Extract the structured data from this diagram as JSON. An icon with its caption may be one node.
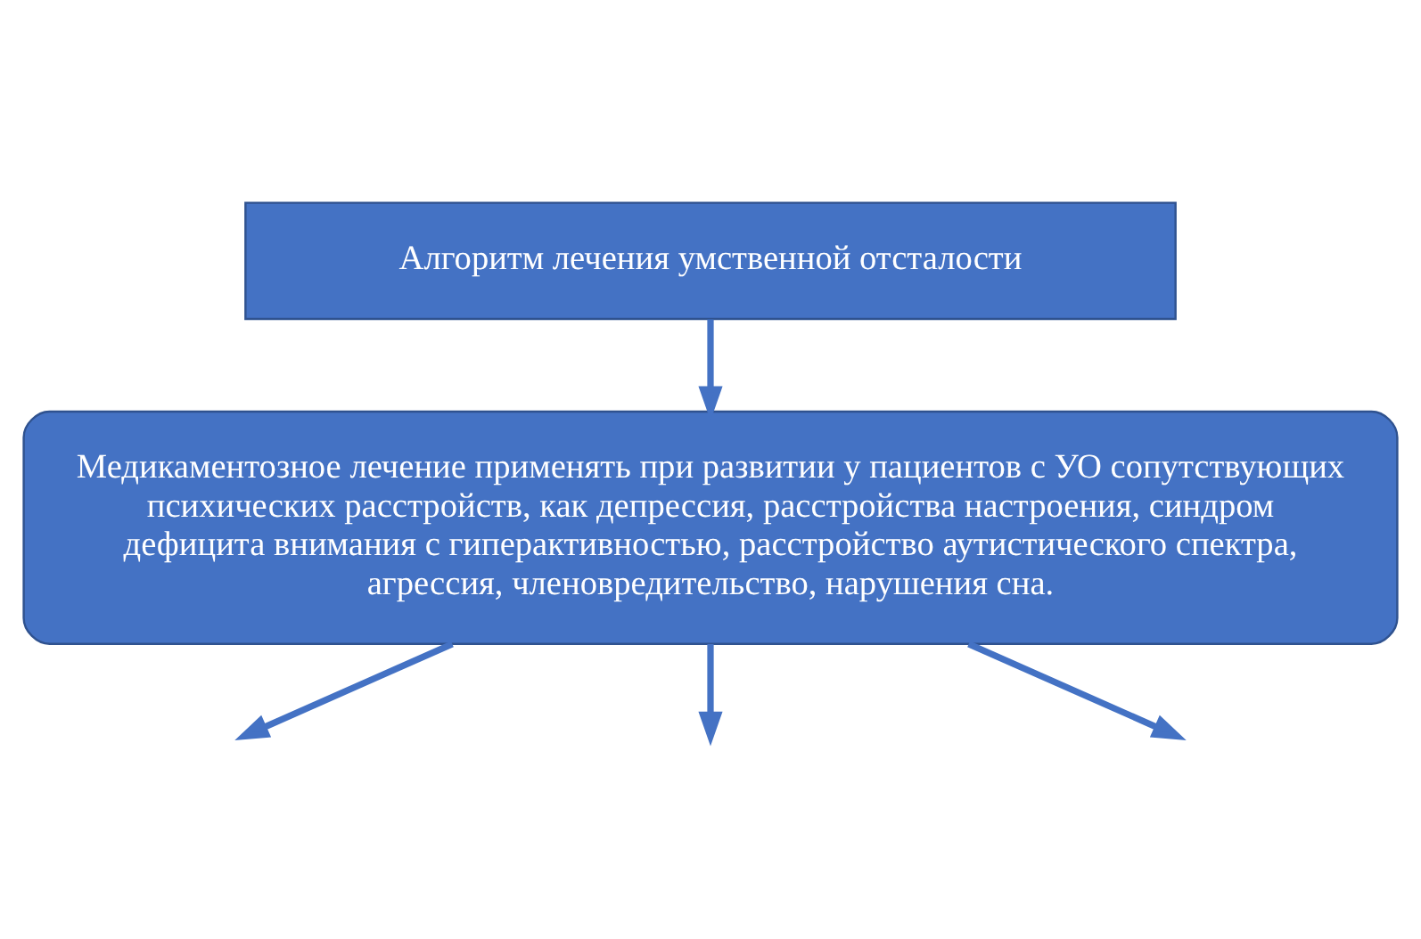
{
  "diagram": {
    "nodes": [
      {
        "text": [
          "Алгоритм лечения умственной отсталости"
        ]
      },
      {
        "text": [
          "Медикаментозное лечение применять при развитии у пациентов с УО сопутствующих психических расстройств, как депрессия, расстройства настроения, синдром дефицита внимания с гиперактивностью, расстройство аутистического спектра, агрессия, членовредительство, нарушения сна."
        ]
      }
    ],
    "edges": [
      {
        "from": 0,
        "to": 1,
        "arrow": "to"
      },
      {
        "from": 1,
        "to": null,
        "arrow": "to"
      },
      {
        "from": 1,
        "to": null,
        "arrow": "to"
      },
      {
        "from": 1,
        "to": null,
        "arrow": "to"
      }
    ]
  }
}
